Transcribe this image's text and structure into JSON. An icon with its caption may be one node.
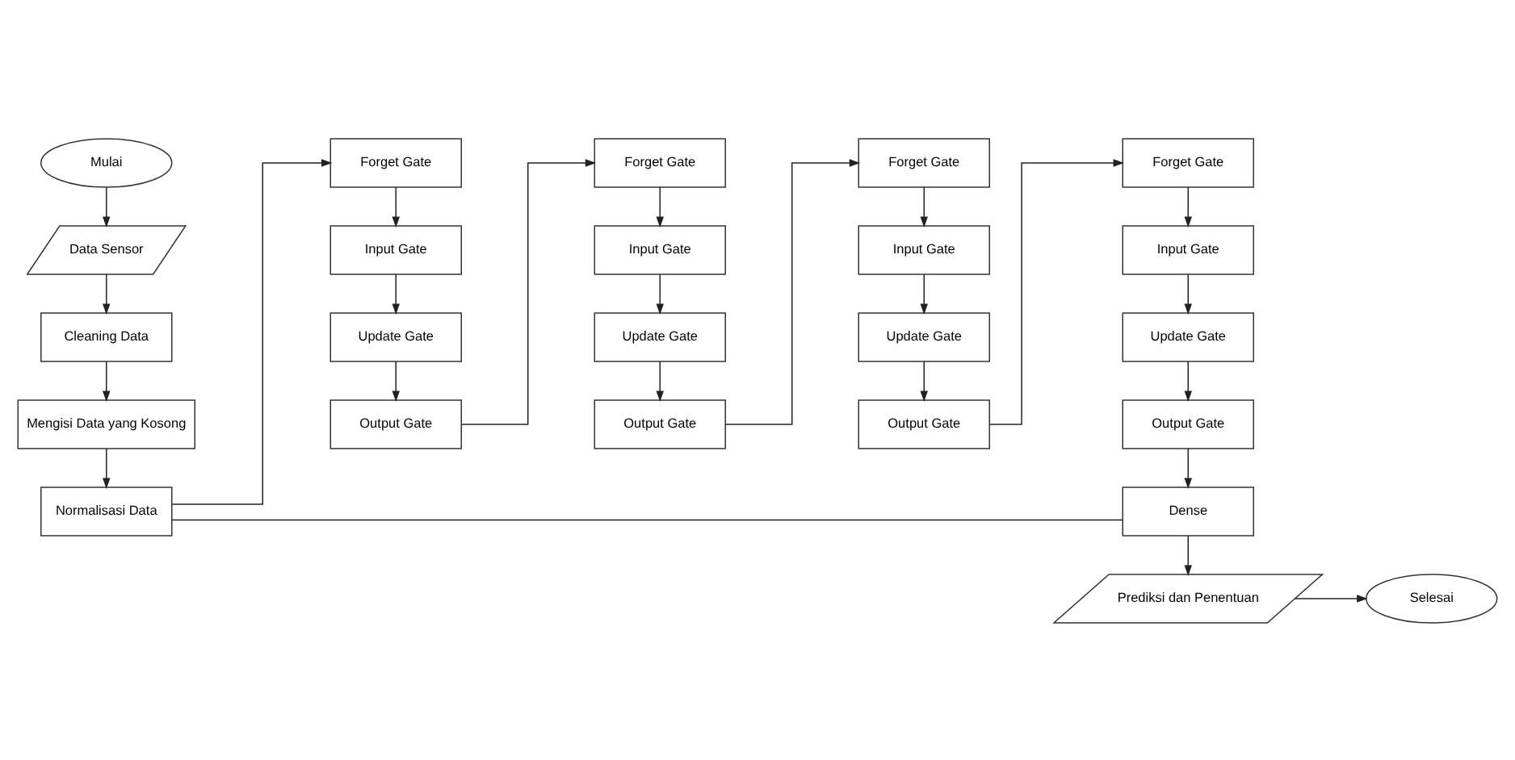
{
  "diagram": {
    "nodes": [
      {
        "text": [
          "Mulai"
        ]
      },
      {
        "text": [
          "Data Sensor"
        ]
      },
      {
        "text": [
          "Cleaning Data"
        ]
      },
      {
        "text": [
          "Mengisi Data yang Kosong"
        ]
      },
      {
        "text": [
          "Normalisasi Data"
        ]
      },
      {
        "text": [
          "Forget Gate"
        ]
      },
      {
        "text": [
          "Input Gate"
        ]
      },
      {
        "text": [
          "Update Gate"
        ]
      },
      {
        "text": [
          "Output Gate"
        ]
      },
      {
        "text": [
          "Forget Gate"
        ]
      },
      {
        "text": [
          "Input Gate"
        ]
      },
      {
        "text": [
          "Update Gate"
        ]
      },
      {
        "text": [
          "Output Gate"
        ]
      },
      {
        "text": [
          "Forget Gate"
        ]
      },
      {
        "text": [
          "Input Gate"
        ]
      },
      {
        "text": [
          "Update Gate"
        ]
      },
      {
        "text": [
          "Output Gate"
        ]
      },
      {
        "text": [
          "Forget Gate"
        ]
      },
      {
        "text": [
          "Input Gate"
        ]
      },
      {
        "text": [
          "Update Gate"
        ]
      },
      {
        "text": [
          "Output Gate"
        ]
      },
      {
        "text": [
          "Dense"
        ]
      },
      {
        "text": [
          "Prediksi dan Penentuan"
        ]
      },
      {
        "text": [
          "Selesai"
        ]
      }
    ],
    "edges": [
      {
        "from": 0,
        "to": 1,
        "arrow": "to"
      },
      {
        "from": 1,
        "to": 2,
        "arrow": "to"
      },
      {
        "from": 2,
        "to": 3,
        "arrow": "to"
      },
      {
        "from": 3,
        "to": 4,
        "arrow": "to"
      },
      {
        "from": 4,
        "to": 5,
        "arrow": "to"
      },
      {
        "from": 4,
        "to": 21,
        "arrow": "none"
      },
      {
        "from": 5,
        "to": 6,
        "arrow": "to"
      },
      {
        "from": 6,
        "to": 7,
        "arrow": "to"
      },
      {
        "from": 7,
        "to": 8,
        "arrow": "to"
      },
      {
        "from": 8,
        "to": 9,
        "arrow": "to"
      },
      {
        "from": 9,
        "to": 10,
        "arrow": "to"
      },
      {
        "from": 10,
        "to": 11,
        "arrow": "to"
      },
      {
        "from": 11,
        "to": 12,
        "arrow": "to"
      },
      {
        "from": 12,
        "to": 13,
        "arrow": "to"
      },
      {
        "from": 13,
        "to": 14,
        "arrow": "to"
      },
      {
        "from": 14,
        "to": 15,
        "arrow": "to"
      },
      {
        "from": 15,
        "to": 16,
        "arrow": "to"
      },
      {
        "from": 16,
        "to": 17,
        "arrow": "to"
      },
      {
        "from": 17,
        "to": 18,
        "arrow": "to"
      },
      {
        "from": 18,
        "to": 19,
        "arrow": "to"
      },
      {
        "from": 19,
        "to": 20,
        "arrow": "to"
      },
      {
        "from": 20,
        "to": 21,
        "arrow": "to"
      },
      {
        "from": 21,
        "to": 22,
        "arrow": "to"
      },
      {
        "from": 22,
        "to": 23,
        "arrow": "to"
      }
    ]
  }
}
